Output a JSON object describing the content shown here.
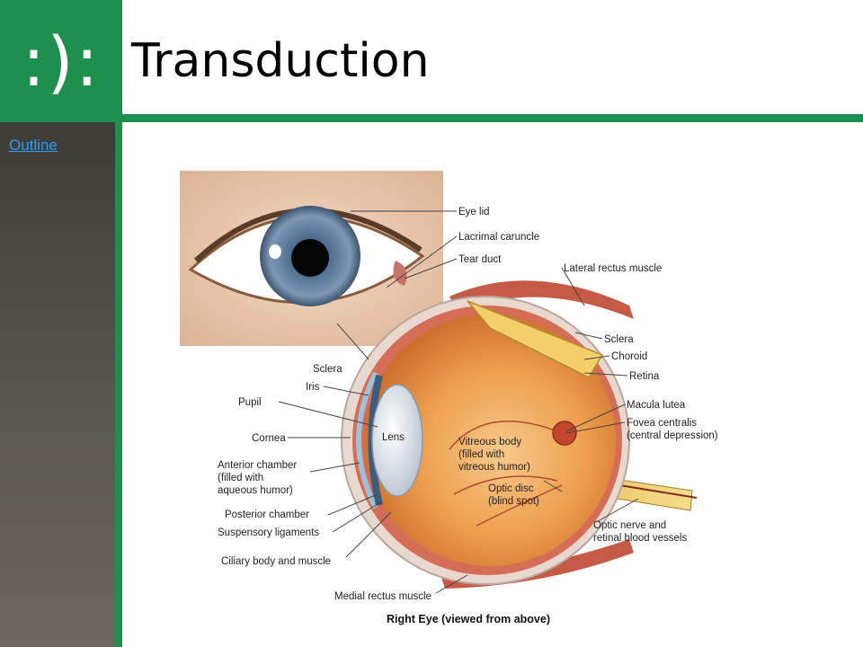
{
  "logo": {
    "text": ":):"
  },
  "slide": {
    "title": "Transduction"
  },
  "sidebar": {
    "outline_link": "Outline"
  },
  "diagram": {
    "caption": "Right Eye (viewed from above)",
    "labels": {
      "eye_lid": "Eye lid",
      "lacrimal_caruncle": "Lacrimal caruncle",
      "tear_duct": "Tear duct",
      "lateral_rectus": "Lateral rectus muscle",
      "sclera_right": "Sclera",
      "choroid": "Choroid",
      "retina": "Retina",
      "macula": "Macula lutea",
      "fovea_1": "Fovea centralis",
      "fovea_2": "(central depression)",
      "vitreous_1": "Vitreous body",
      "vitreous_2": "(filled with",
      "vitreous_3": "vitreous humor)",
      "optic_disc_1": "Optic disc",
      "optic_disc_2": "(blind spot)",
      "optic_nerve_1": "Optic nerve and",
      "optic_nerve_2": "retinal blood vessels",
      "sclera_left": "Sclera",
      "iris": "Iris",
      "pupil": "Pupil",
      "lens": "Lens",
      "cornea": "Cornea",
      "anterior_1": "Anterior chamber",
      "anterior_2": "(filled with",
      "anterior_3": "aqueous humor)",
      "posterior": "Posterior chamber",
      "suspensory": "Suspensory ligaments",
      "ciliary": "Ciliary body and muscle",
      "medial_rectus": "Medial rectus muscle"
    }
  },
  "colors": {
    "brand_green": "#1f8f4e",
    "link_blue": "#2a9df4"
  }
}
